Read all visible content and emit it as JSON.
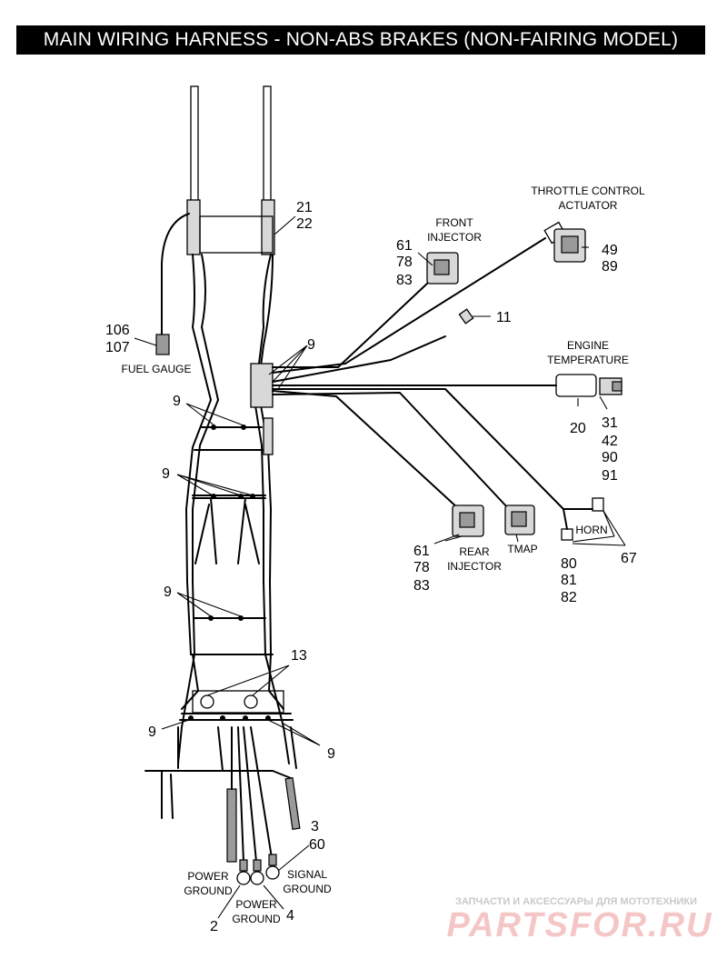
{
  "title": "MAIN WIRING HARNESS - NON-ABS BRAKES (NON-FAIRING MODEL)",
  "labels": {
    "throttle_control_actuator": [
      "THROTTLE CONTROL",
      "ACTUATOR"
    ],
    "front_injector": [
      "FRONT",
      "INJECTOR"
    ],
    "engine_temperature": [
      "ENGINE",
      "TEMPERATURE"
    ],
    "fuel_gauge": "FUEL GAUGE",
    "rear_injector": [
      "REAR",
      "INJECTOR"
    ],
    "tmap": "TMAP",
    "horn": "HORN",
    "power_ground_left": [
      "POWER",
      "GROUND"
    ],
    "power_ground_mid": [
      "POWER",
      "GROUND"
    ],
    "signal_ground": [
      "SIGNAL",
      "GROUND"
    ]
  },
  "callouts": {
    "frame": [
      "21",
      "22"
    ],
    "throttle_actuator": [
      "49",
      "89"
    ],
    "front_injector": [
      "61",
      "78",
      "83"
    ],
    "clip": "11",
    "fuel_gauge": [
      "106",
      "107"
    ],
    "ties_top": "9",
    "ties_1": "9",
    "ties_2": "9",
    "ties_3": "9",
    "ties_4": "9",
    "ties_5": "9",
    "engine_temp_sensor": "20",
    "engine_temp_conn": [
      "31",
      "42",
      "90",
      "91"
    ],
    "rear_injector": [
      "61",
      "78",
      "83"
    ],
    "tmap": [
      "80",
      "81",
      "82"
    ],
    "horn": "67",
    "clamps": "13",
    "signal_ground": [
      "3",
      "60"
    ],
    "power_ground_left": "2",
    "power_ground_mid": "4"
  },
  "watermark": {
    "line1": "ЗАПЧАСТИ И АКСЕССУАРЫ ДЛЯ МОТОТЕХНИКИ",
    "line2": "PARTSFOR.RU"
  }
}
